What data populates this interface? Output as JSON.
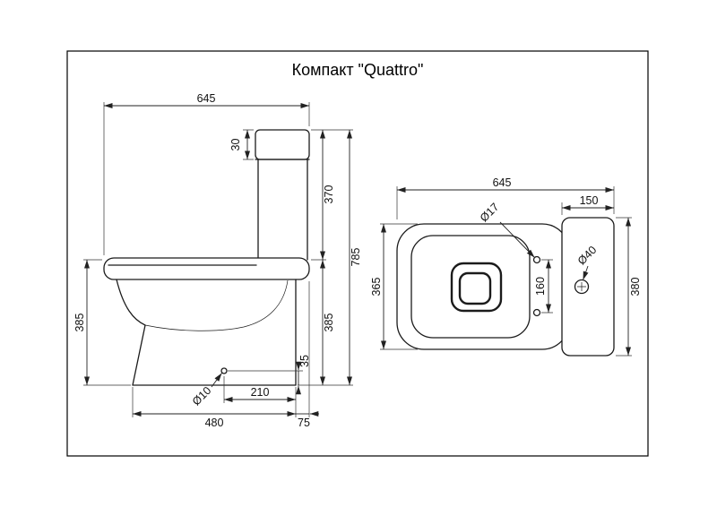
{
  "title": "Компакт \"Quattro\"",
  "colors": {
    "line": "#1b1b1b",
    "background": "#ffffff"
  },
  "side_view": {
    "width": "645",
    "lid_height": "30",
    "tank_height": "370",
    "total_height": "785",
    "bowl_height_front": "385",
    "bowl_height_rear": "385",
    "outlet_height": "35",
    "outlet_offset": "210",
    "base_depth": "480",
    "rear_offset": "75",
    "outlet_diameter": "Ø10"
  },
  "top_view": {
    "depth": "645",
    "tank_depth": "150",
    "bowl_width": "365",
    "tank_width": "380",
    "hole_spacing": "160",
    "hole_diameter": "Ø17",
    "button_diameter": "Ø40"
  }
}
